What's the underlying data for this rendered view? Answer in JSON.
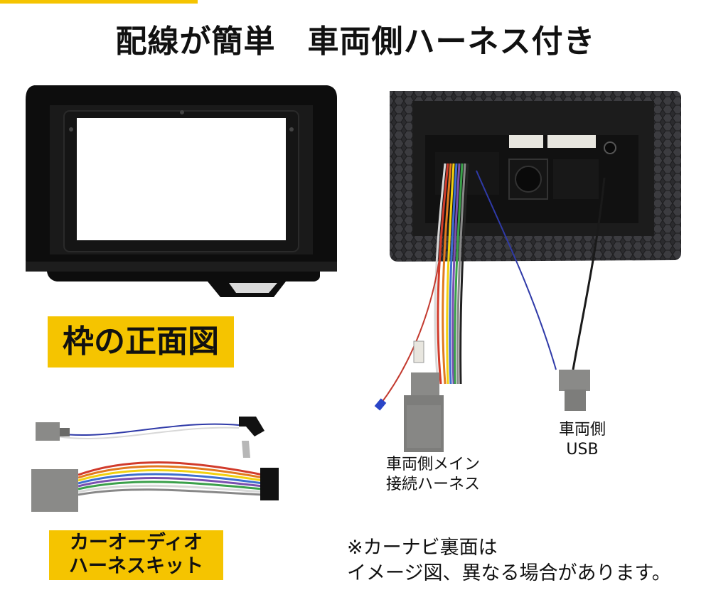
{
  "title": "配線が簡単　車両側ハーネス付き",
  "labels": {
    "front_view": "枠の正面図",
    "audio_kit_line1": "カーオーディオ",
    "audio_kit_line2": "ハーネスキット"
  },
  "callouts": {
    "main_harness_line1": "車両側メイン",
    "main_harness_line2": "接続ハーネス",
    "usb_line1": "車両側",
    "usb_line2": "USB"
  },
  "note": {
    "line1": "※カーナビ裏面は",
    "line2": "イメージ図、異なる場合があります。"
  },
  "colors": {
    "accent_yellow": "#f5c400",
    "frame_black": "#0d0d0d",
    "connector_gray": "#8a8a88"
  }
}
